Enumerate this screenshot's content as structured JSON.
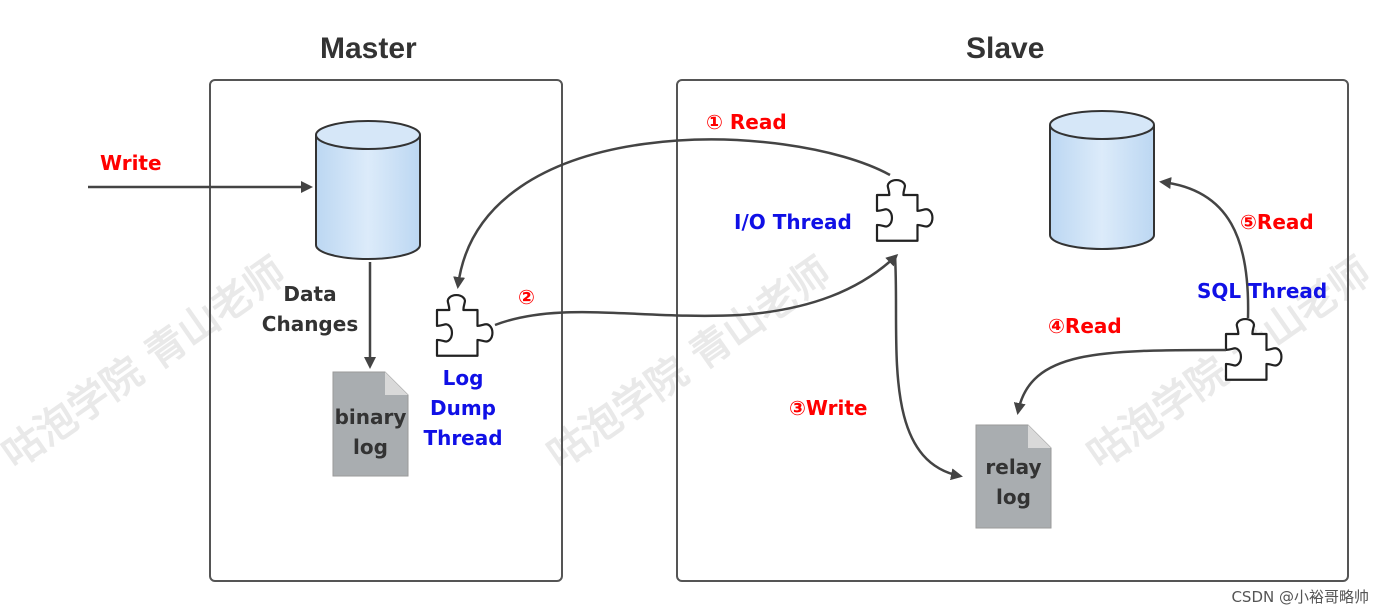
{
  "master": {
    "title": "Master",
    "binary_log": [
      "binary",
      "log"
    ]
  },
  "slave": {
    "title": "Slave",
    "relay_log": [
      "relay",
      "log"
    ]
  },
  "labels": {
    "write_in": "Write",
    "data_changes": [
      "Data",
      "Changes"
    ],
    "log_dump_thread": [
      "Log",
      "Dump",
      "Thread"
    ],
    "io_thread": "I/O Thread",
    "sql_thread": "SQL Thread",
    "step1": "① Read",
    "step2": "②",
    "step3": "③Write",
    "step4": "④Read",
    "step5": "⑤Read"
  },
  "watermark": "咕泡学院 青山老师",
  "credit": "CSDN @小裕哥略帅",
  "colors": {
    "step_labels": "#ff0000",
    "thread_labels": "#1010e6",
    "database_fill": "#cfe3f7",
    "database_stroke": "#333333",
    "document_fill": "#a9a9a9",
    "panel_border": "#555555",
    "arrow": "#444444"
  },
  "icons": [
    "database-icon",
    "document-icon",
    "puzzle-piece-icon"
  ]
}
